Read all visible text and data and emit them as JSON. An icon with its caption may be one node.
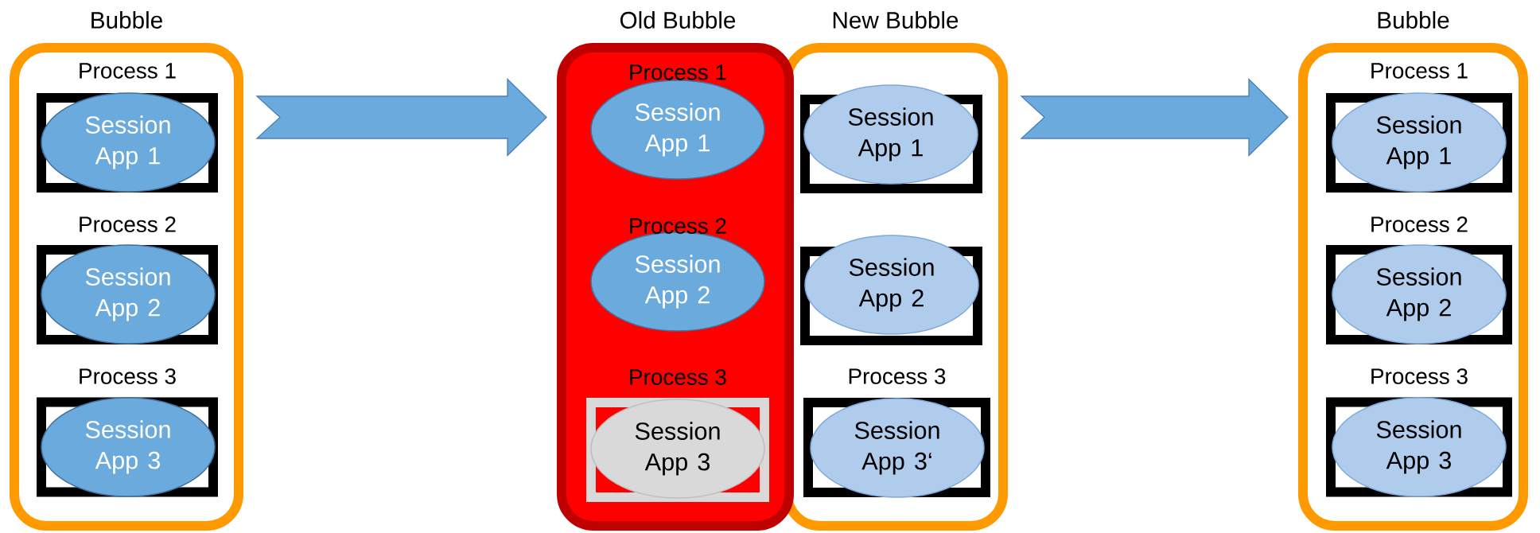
{
  "diagram": {
    "nodes": [
      {
        "text": [
          "Bubble"
        ]
      },
      {
        "text": [
          "Process 1"
        ],
        "in": 0
      },
      {
        "text": [
          "Session App 1"
        ],
        "in": 1
      },
      {
        "text": [
          "Process 2"
        ],
        "in": 0
      },
      {
        "text": [
          "Session App 2"
        ],
        "in": 3
      },
      {
        "text": [
          "Process 3"
        ],
        "in": 0
      },
      {
        "text": [
          "Session App 3"
        ],
        "in": 5
      },
      {
        "text": [
          "Old Bubble"
        ]
      },
      {
        "text": [
          "Session App 1"
        ],
        "in": 7
      },
      {
        "text": [
          "Session App 2"
        ],
        "in": 7
      },
      {
        "text": [
          "Process 3"
        ],
        "in": 7
      },
      {
        "text": [
          "Session App 3"
        ],
        "in": 10
      },
      {
        "text": [
          "New Bubble"
        ]
      },
      {
        "text": [],
        "shape": "box",
        "in": 12
      },
      {
        "text": [
          "Session App 1"
        ],
        "in": 13
      },
      {
        "text": [],
        "shape": "box",
        "in": 12
      },
      {
        "text": [
          "Session App 2"
        ],
        "in": 15
      },
      {
        "text": [
          "Process 3"
        ],
        "in": 12
      },
      {
        "text": [
          "Session App 3‘"
        ],
        "in": 17
      },
      {
        "text": [
          "Bubble"
        ]
      },
      {
        "text": [
          "Process 1"
        ],
        "in": 19
      },
      {
        "text": [
          "Session App 1"
        ],
        "in": 20
      },
      {
        "text": [
          "Process 2"
        ],
        "in": 19
      },
      {
        "text": [
          "Session App 2"
        ],
        "in": 22
      },
      {
        "text": [
          "Process 3"
        ],
        "in": 19
      },
      {
        "text": [
          "Session App 3"
        ],
        "in": 24
      }
    ],
    "edges": [
      {
        "from": 0,
        "to": 7,
        "arrow": "to"
      },
      {
        "from": 12,
        "to": 19,
        "arrow": "to"
      }
    ],
    "labels": [
      "Process 1",
      "Process 2"
    ]
  }
}
